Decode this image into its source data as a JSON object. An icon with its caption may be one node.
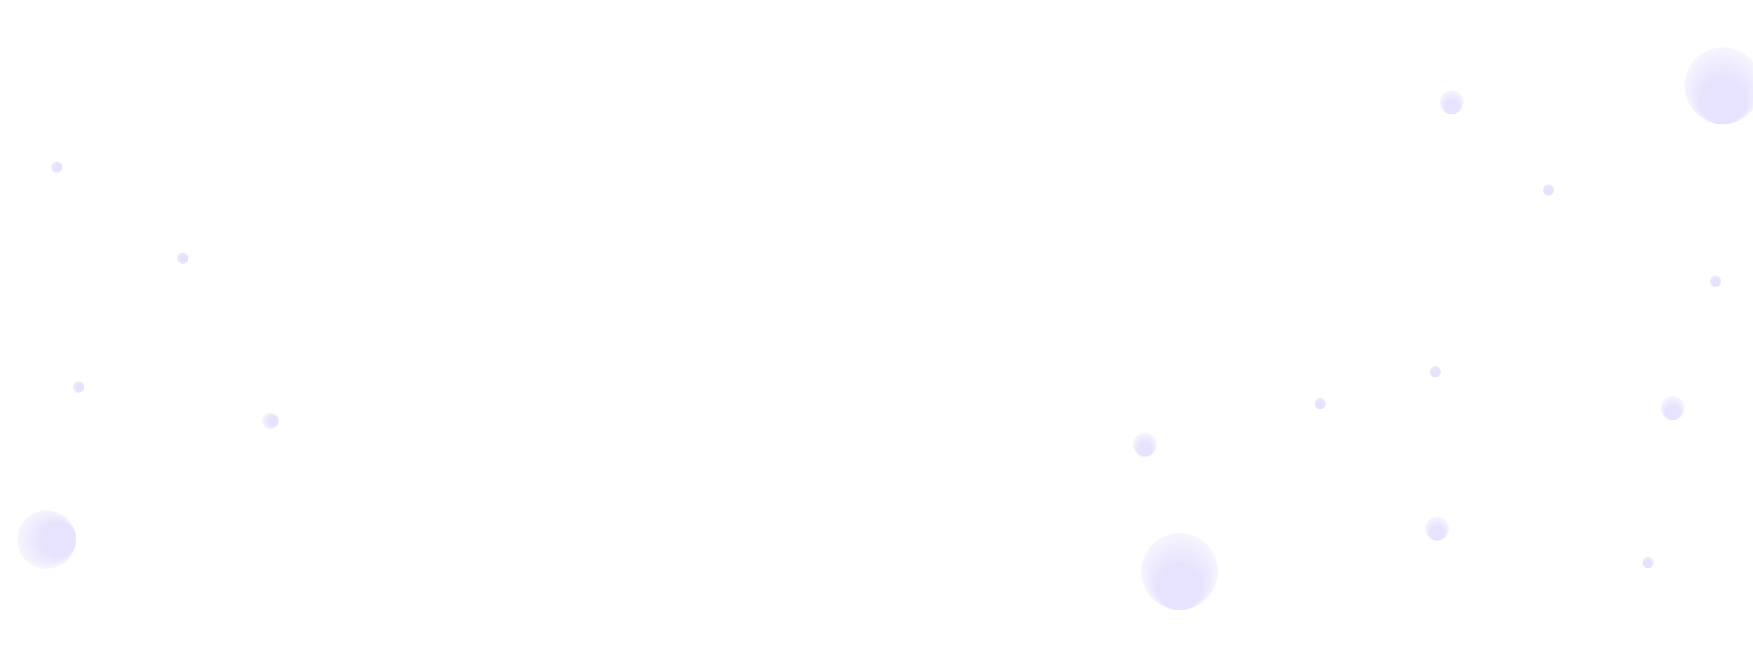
{
  "diagram": {
    "nodes": [
      {
        "text": [],
        "shape": "circle"
      },
      {
        "text": [],
        "shape": "circle"
      },
      {
        "text": [],
        "shape": "circle"
      },
      {
        "text": [],
        "shape": "circle"
      },
      {
        "text": [],
        "shape": "circle"
      },
      {
        "text": [],
        "shape": "circle"
      },
      {
        "text": [],
        "shape": "circle"
      },
      {
        "text": [],
        "shape": "circle"
      },
      {
        "text": [],
        "shape": "circle"
      },
      {
        "text": [],
        "shape": "circle"
      },
      {
        "text": [],
        "shape": "circle"
      },
      {
        "text": [],
        "shape": "circle"
      },
      {
        "text": [],
        "shape": "circle"
      },
      {
        "text": [],
        "shape": "circle"
      },
      {
        "text": [],
        "shape": "circle"
      },
      {
        "text": [],
        "shape": "circle"
      }
    ]
  }
}
